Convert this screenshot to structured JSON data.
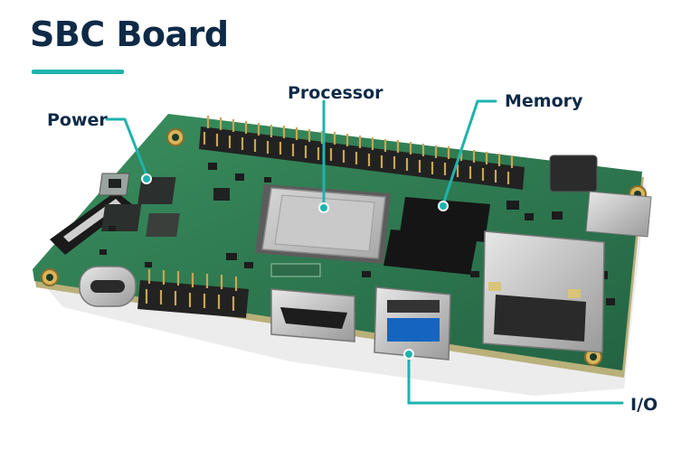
{
  "title": "SBC Board",
  "labels": {
    "power": "Power",
    "processor": "Processor",
    "memory": "Memory",
    "io": "I/O"
  },
  "colors": {
    "title": "#0e2a47",
    "accent": "#1fb3ad",
    "pcb": "#2f7d52",
    "pcb_edge": "#b9b07a"
  }
}
